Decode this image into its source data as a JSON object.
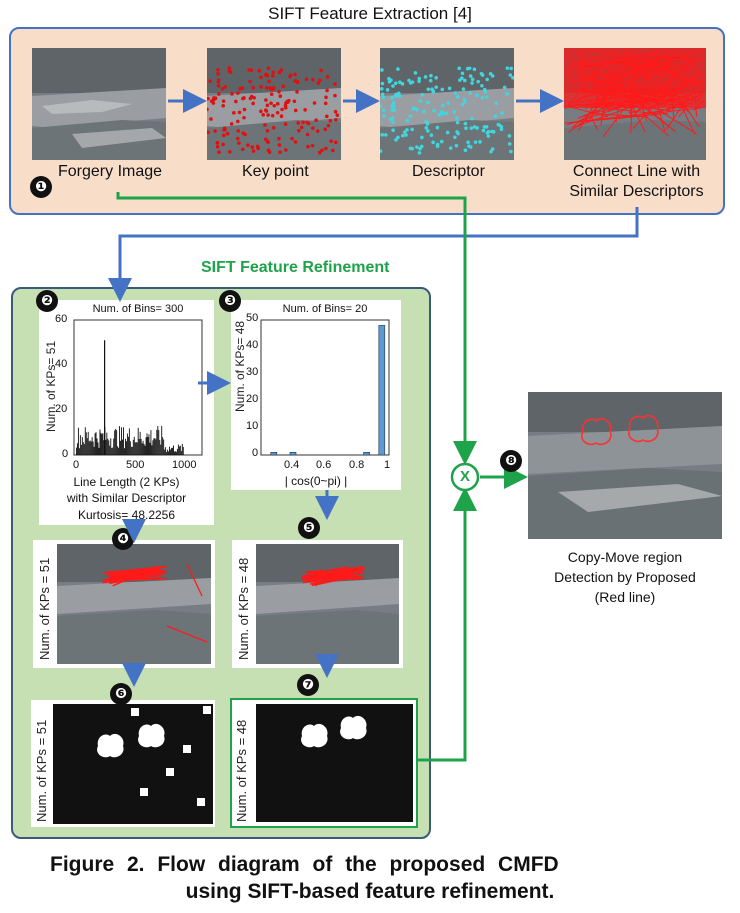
{
  "title_top": "SIFT Feature Extraction [4]",
  "refine_title": "SIFT Feature Refinement",
  "extraction": {
    "forgery_label": "Forgery Image",
    "keypoint_label": "Key point",
    "descriptor_label": "Descriptor",
    "connect_label_1": "Connect Line with",
    "connect_label_2": "Similar Descriptors"
  },
  "badges": [
    "❶",
    "❷",
    "❸",
    "❹",
    "❺",
    "❻",
    "❼",
    "❽"
  ],
  "hist1": {
    "title": "Num. of Bins= 300",
    "ylabel": "Num. of KPs= 51",
    "yticks": [
      "60",
      "40",
      "20",
      "0"
    ],
    "xticks": [
      "0",
      "500",
      "1000"
    ],
    "xlabel_1": "Line Length (2 KPs)",
    "xlabel_2": "with Similar Descriptor",
    "kurtosis": "Kurtosis= 48.2256"
  },
  "hist2": {
    "title": "Num. of Bins= 20",
    "ylabel": "Num. of KPs= 48",
    "yticks": [
      "50",
      "40",
      "30",
      "20",
      "10",
      "0"
    ],
    "xticks": [
      "0.4",
      "0.6",
      "0.8",
      "1"
    ],
    "xlabel": "| cos(0~pi) |"
  },
  "step4_ylabel": "Num. of KPs = 51",
  "step5_ylabel": "Num. of KPs = 48",
  "step6_ylabel": "Num. of KPs = 51",
  "step7_ylabel": "Num. of KPs = 48",
  "multiply_symbol": "X",
  "result": {
    "line1": "Copy-Move region",
    "line2": "Detection by Proposed",
    "line3": "(Red line)"
  },
  "caption": {
    "line1": "Figure 2. Flow diagram of the proposed CMFD",
    "line2": "using SIFT-based feature refinement."
  },
  "colors": {
    "extraction_bg": "#f8ddc9",
    "extraction_border": "#4472c4",
    "refine_bg": "#c6e0b4",
    "refine_border": "#3b5a7a",
    "refine_title": "#1fa34a",
    "arrow_blue": "#4472c4",
    "arrow_green": "#1fa34a",
    "bar_blue": "#5b9bd5"
  }
}
